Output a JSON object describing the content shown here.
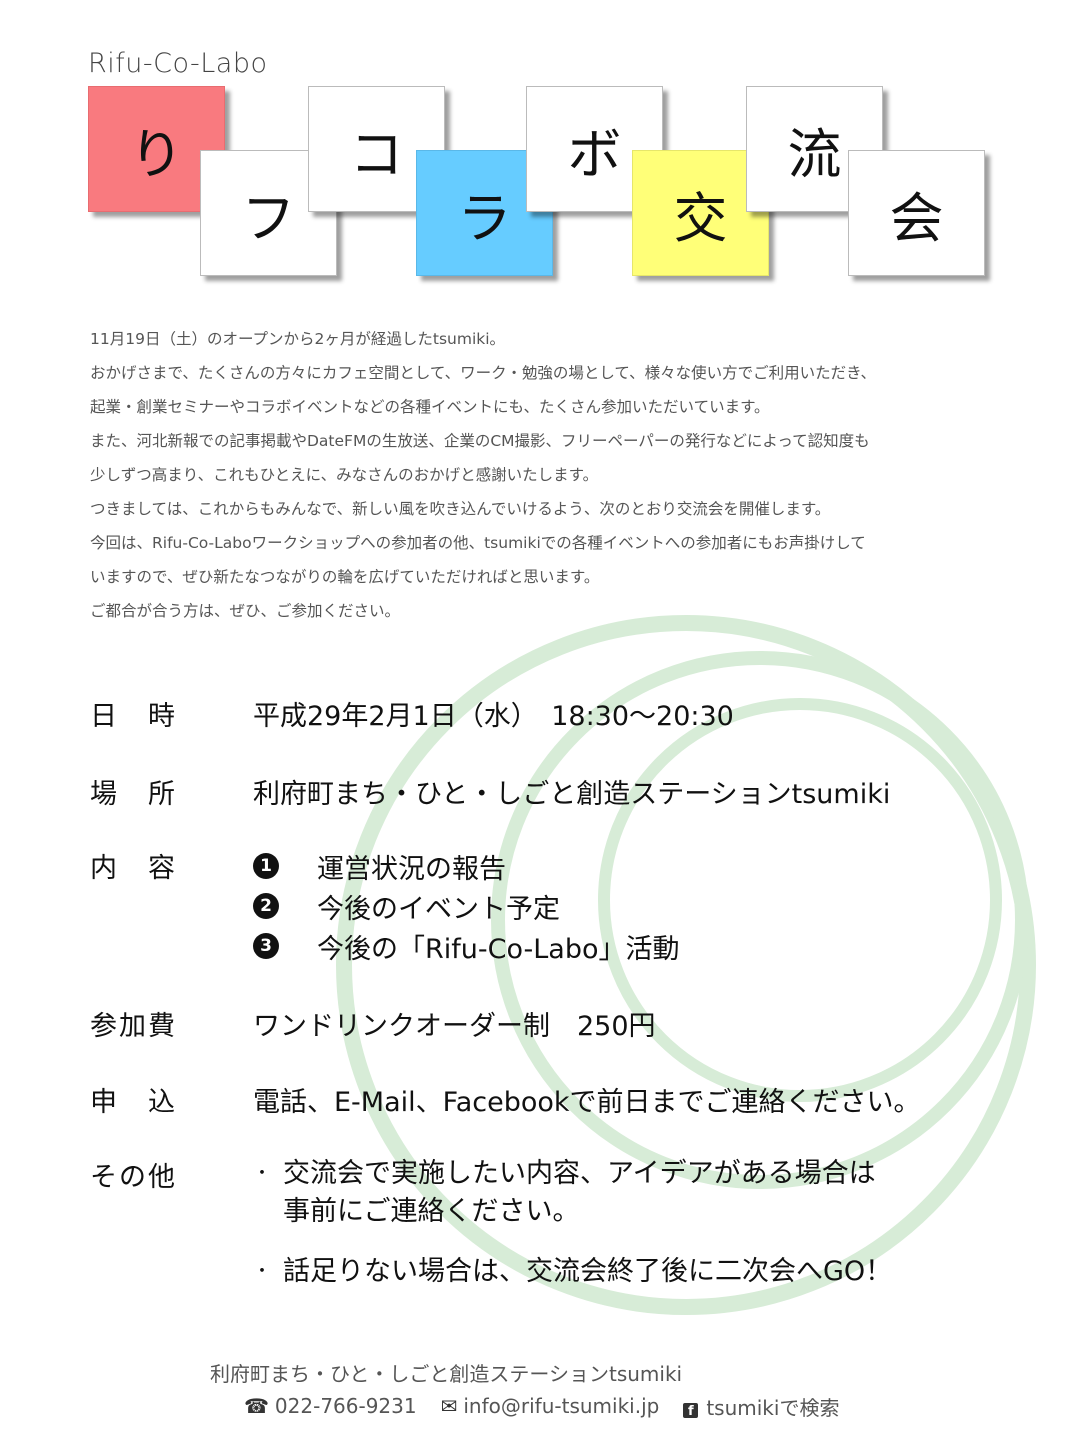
{
  "header": {
    "subtitle": "Rifu-Co-Labo",
    "tiles": [
      "り",
      "フ",
      "コ",
      "ラ",
      "ボ",
      "交",
      "流",
      "会"
    ]
  },
  "intro": [
    "11月19日（土）のオープンから2ヶ月が経過したtsumiki。",
    "おかげさまで、たくさんの方々にカフェ空間として、ワーク・勉強の場として、様々な使い方でご利用いただき、",
    "起業・創業セミナーやコラボイベントなどの各種イベントにも、たくさん参加いただいています。",
    "また、河北新報での記事掲載やDateFMの生放送、企業のCM撮影、フリーペーパーの発行などによって認知度も",
    "少しずつ高まり、これもひとえに、みなさんのおかげと感謝いたします。",
    "つきましては、これからもみんなで、新しい風を吹き込んでいけるよう、次のとおり交流会を開催します。",
    "今回は、Rifu-Co-Laboワークショップへの参加者の他、tsumikiでの各種イベントへの参加者にもお声掛けして",
    "いますので、ぜひ新たなつながりの輪を広げていただければと思います。",
    "ご都合が合う方は、ぜひ、ご参加ください。"
  ],
  "details": {
    "datetime": {
      "label": "日　時",
      "value": "平成29年2月1日（水）　18:30～20:30"
    },
    "place": {
      "label": "場　所",
      "value": "利府町まち・ひと・しごと創造ステーションtsumiki"
    },
    "content": {
      "label": "内　容",
      "items": [
        {
          "num": "1",
          "text": "運営状況の報告"
        },
        {
          "num": "2",
          "text": "今後のイベント予定"
        },
        {
          "num": "3",
          "text": "今後の「Rifu-Co-Labo」活動"
        }
      ]
    },
    "fee": {
      "label": "参加費",
      "value": "ワンドリンクオーダー制　250円"
    },
    "apply": {
      "label": "申　込",
      "value": "電話、E-Mail、Facebookで前日までご連絡ください。"
    },
    "other": {
      "label": "その他",
      "bullet_mark": "・",
      "items": [
        "交流会で実施したい内容、アイデアがある場合は\n事前にご連絡ください。",
        "話足りない場合は、交流会終了後に二次会へGO！"
      ]
    }
  },
  "footer": {
    "org": "利府町まち・ひと・しごと創造ステーションtsumiki",
    "phone_icon": "phone-icon",
    "phone_glyph": "☎",
    "phone": "022-766-9231",
    "mail_icon": "mail-icon",
    "mail_glyph": "✉",
    "email": "info@rifu-tsumiki.jp",
    "facebook_icon": "facebook-icon",
    "facebook_glyph": "f",
    "facebook": "tsumikiで検索"
  },
  "colors": {
    "tile_red": "#f97a7f",
    "tile_blue": "#66ccff",
    "tile_yellow": "#ffff78",
    "rings": "#d7ecd7"
  }
}
